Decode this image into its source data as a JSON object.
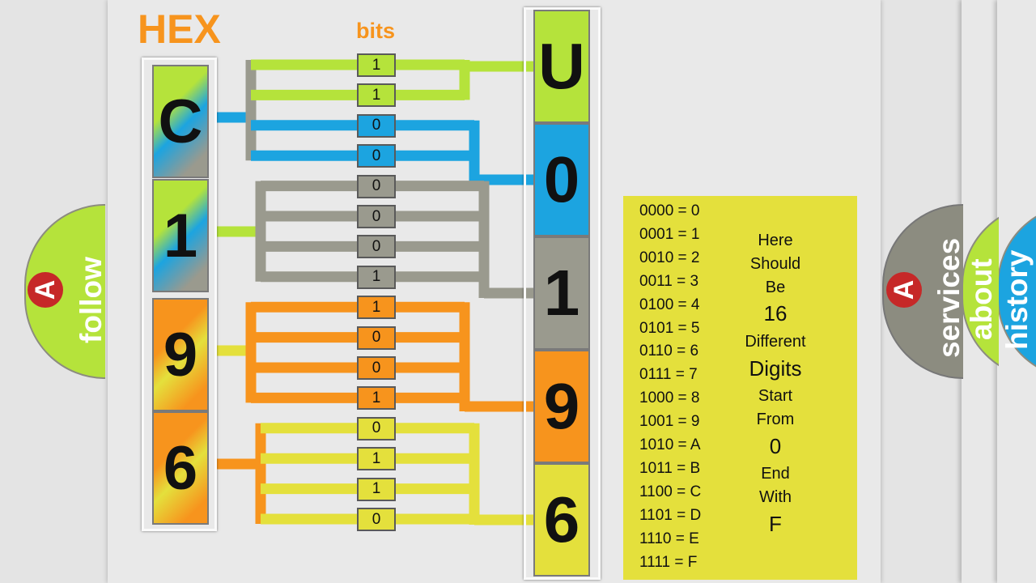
{
  "title": "HEX",
  "bits_label": "bits",
  "hex_digits": [
    {
      "text": "C",
      "colors": [
        "#b5e33b",
        "#1ca4e0",
        "#9a9a8e"
      ]
    },
    {
      "text": "1",
      "colors": [
        "#b5e33b",
        "#1ca4e0",
        "#9a9a8e"
      ]
    },
    {
      "text": "9",
      "colors": [
        "#f7941d",
        "#e4e03c",
        "#f7941d"
      ]
    },
    {
      "text": "6",
      "colors": [
        "#f7941d",
        "#e4e03c",
        "#f7941d"
      ]
    }
  ],
  "bits": [
    "1",
    "1",
    "0",
    "0",
    "0",
    "0",
    "0",
    "1",
    "1",
    "0",
    "0",
    "1",
    "0",
    "1",
    "1",
    "0"
  ],
  "bit_colors": [
    "#b5e33b",
    "#b5e33b",
    "#1ca4e0",
    "#1ca4e0",
    "#9a9a8e",
    "#9a9a8e",
    "#9a9a8e",
    "#9a9a8e",
    "#f7941d",
    "#f7941d",
    "#f7941d",
    "#f7941d",
    "#e4e03c",
    "#e4e03c",
    "#e4e03c",
    "#e4e03c"
  ],
  "result_digits": [
    {
      "text": "U",
      "color": "#b5e33b"
    },
    {
      "text": "0",
      "color": "#1ca4e0"
    },
    {
      "text": "1",
      "color": "#9a9a8e"
    },
    {
      "text": "9",
      "color": "#f7941d"
    },
    {
      "text": "6",
      "color": "#e4e03c"
    }
  ],
  "legend": {
    "rows": [
      "0000 = 0",
      "0001 = 1",
      "0010 = 2",
      "0011 = 3",
      "0100 = 4",
      "0101 = 5",
      "0110 = 6",
      "0111 = 7",
      "1000 = 8",
      "1001 = 9",
      "1010 = A",
      "1011 = B",
      "1100 = C",
      "1101 = D",
      "1110 = E",
      "1111 = F"
    ],
    "note": [
      "Here",
      "Should",
      "Be",
      "16",
      "Different",
      "Digits",
      "Start",
      "From",
      "0",
      "End",
      "With",
      "F"
    ]
  },
  "tabs": {
    "follow": "follow",
    "services": "services",
    "about": "about",
    "history": "history"
  },
  "colors": {
    "lime": "#b5e33b",
    "blue": "#1ca4e0",
    "gray": "#9a9a8e",
    "orange": "#f7941d",
    "yellow": "#e4e03c",
    "tab_gray": "#8c8c80",
    "logo_red": "#c62828"
  }
}
